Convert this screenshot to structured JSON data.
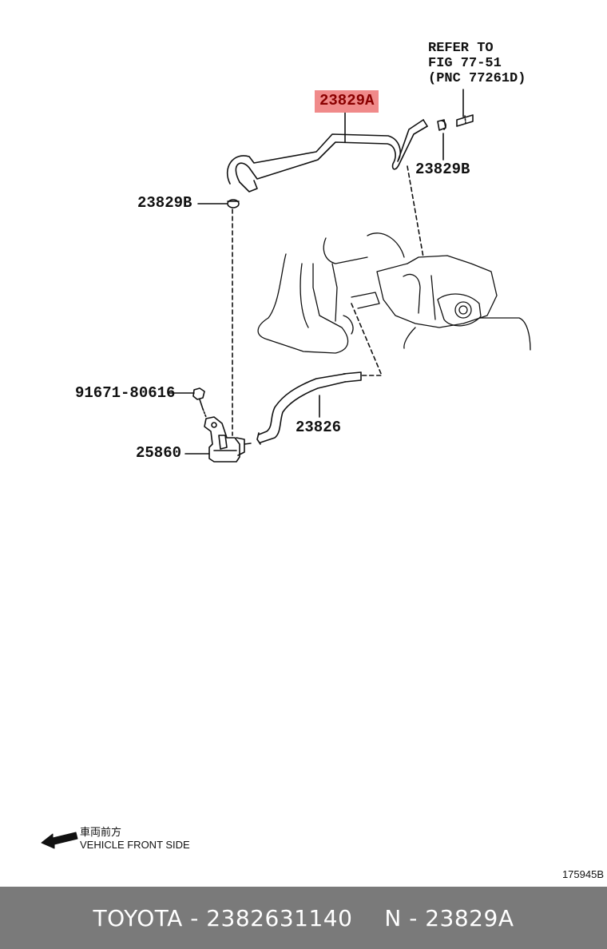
{
  "refer_note": {
    "line1": "REFER TO",
    "line2": "FIG 77-51",
    "line3": "(PNC 77261D)"
  },
  "parts": {
    "hose_a": "23829A",
    "clip_b_right": "23829B",
    "clip_b_left": "23829B",
    "bolt": "91671-80616",
    "hose_main": "23826",
    "valve": "25860"
  },
  "legend": {
    "japanese": "車両前方",
    "english": "VEHICLE FRONT SIDE"
  },
  "diagram_code": "175945B",
  "footer": {
    "brand_part": "TOYOTA - 2382631140",
    "pnc": "N - 23829A"
  },
  "colors": {
    "highlight": "#f08a8a",
    "highlight_text": "#8a0000",
    "footer_bg": "#7a7a7a"
  }
}
